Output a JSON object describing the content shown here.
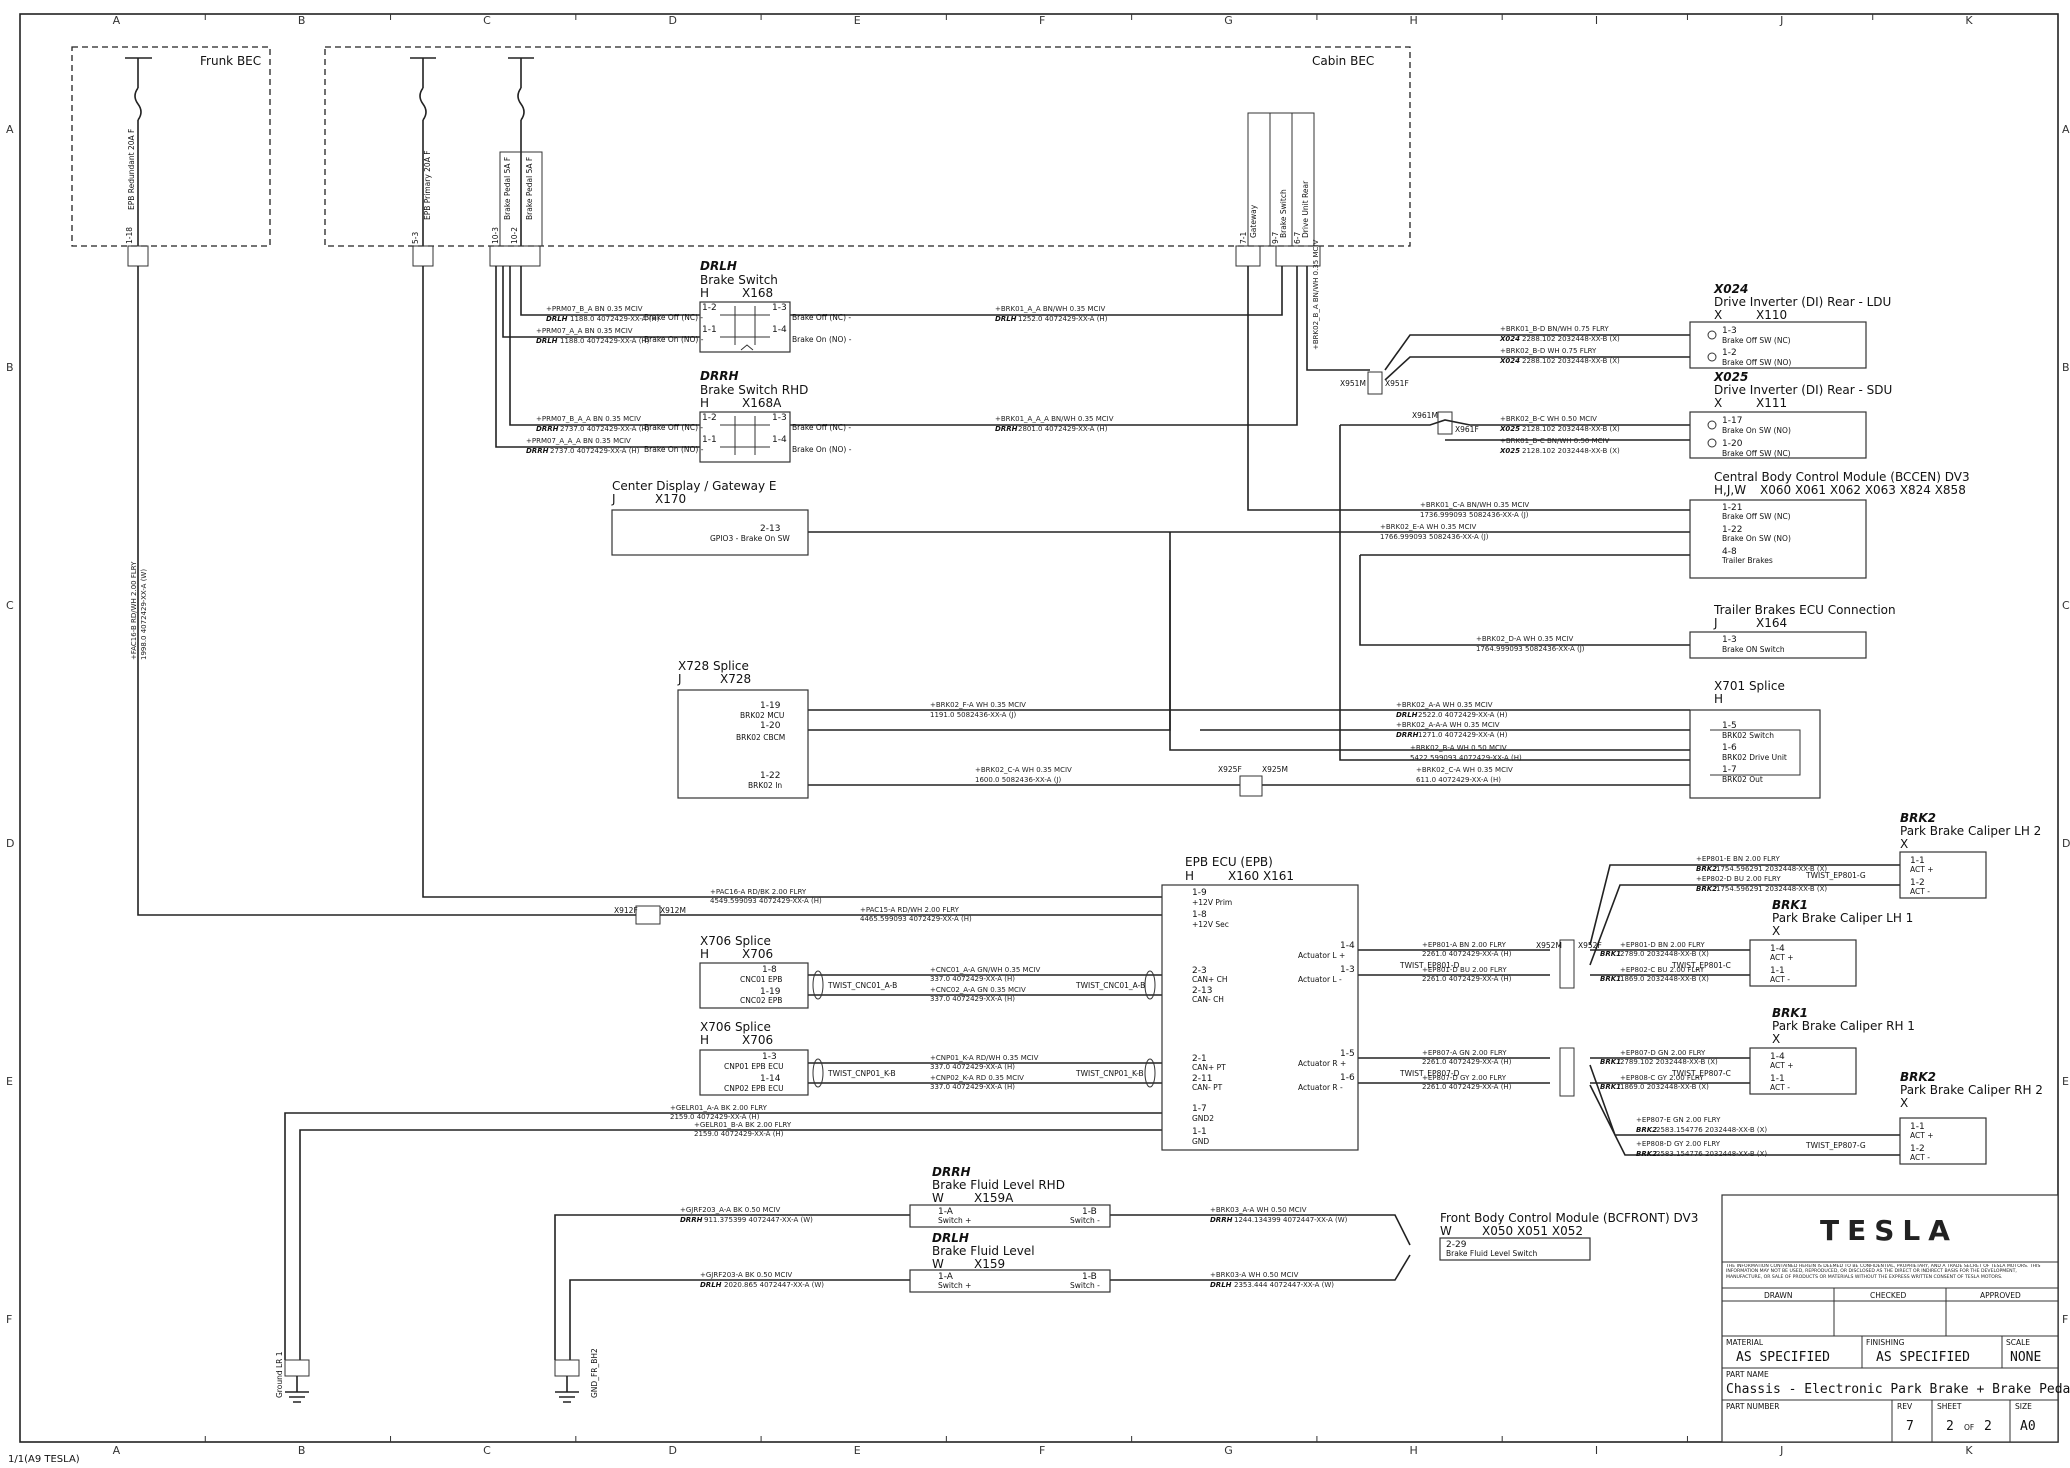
{
  "columns": [
    "A",
    "B",
    "C",
    "D",
    "E",
    "F",
    "G",
    "H",
    "I",
    "J",
    "K"
  ],
  "rows": [
    "A",
    "B",
    "C",
    "D",
    "E",
    "F"
  ],
  "bec": {
    "frunk": "Frunk BEC",
    "cabin": "Cabin BEC"
  },
  "fuses": {
    "f1": "EPB Redundant 20A F",
    "f1_pin": "1-18",
    "f2": "EPB Primary 20A F",
    "f2_pin": "5-3",
    "f3a": "Brake Pedal 5A F",
    "f3b": "Brake Pedal 5A F",
    "f3_pin1": "10-3",
    "f3_pin2": "10-2",
    "f4": "Gateway",
    "f4_pin": "7-1",
    "f5": "Brake Switch",
    "f5_pin": "9-7",
    "f6": "Drive Unit Rear",
    "f6_pin": "6-7"
  },
  "components": {
    "drlh_bs": {
      "tag": "DRLH",
      "name": "Brake Switch",
      "opt": "H",
      "conn": "X168",
      "p1": "1-2",
      "p2": "1-1",
      "p3": "1-3",
      "p4": "1-4",
      "l1": "Brake Off (NC) -",
      "l2": "Brake On (NO) -",
      "l3": "Brake Off (NC) -",
      "l4": "Brake On (NO) -"
    },
    "drrh_bs": {
      "tag": "DRRH",
      "name": "Brake Switch RHD",
      "opt": "H",
      "conn": "X168A",
      "p1": "1-2",
      "p2": "1-1",
      "p3": "1-3",
      "p4": "1-4",
      "l1": "Brake Off (NC) -",
      "l2": "Brake On (NO) -",
      "l3": "Brake Off (NC) -",
      "l4": "Brake On (NO) -"
    },
    "cdg": {
      "name": "Center Display / Gateway E",
      "opt": "J",
      "conn": "X170",
      "pin": "2-13",
      "lbl": "GPIO3 - Brake On SW"
    },
    "x728": {
      "name": "X728 Splice",
      "opt": "J",
      "conn": "X728",
      "p1": "1-19",
      "l1": "BRK02 MCU",
      "p2": "1-20",
      "l2": "BRK02 CBCM",
      "p3": "1-22",
      "l3": "BRK02 In"
    },
    "x024": {
      "tag": "X024",
      "name": "Drive Inverter (DI) Rear - LDU",
      "opt": "X",
      "conn": "X110",
      "p1": "1-3",
      "l1": "Brake Off SW (NC)",
      "p2": "1-2",
      "l2": "Brake Off SW (NO)"
    },
    "x025": {
      "tag": "X025",
      "name": "Drive Inverter (DI) Rear - SDU",
      "opt": "X",
      "conn": "X111",
      "p1": "1-17",
      "l1": "Brake On SW (NO)",
      "p2": "1-20",
      "l2": "Brake Off SW (NC)"
    },
    "bccen": {
      "name": "Central Body Control Module (BCCEN) DV3",
      "opt": "H,J,W",
      "conn": "X060   X061   X062   X063   X824   X858",
      "p1": "1-21",
      "l1": "Brake Off SW (NC)",
      "p2": "1-22",
      "l2": "Brake On SW (NO)",
      "p3": "4-8",
      "l3": "Trailer Brakes"
    },
    "trailer": {
      "name": "Trailer Brakes ECU Connection",
      "opt": "J",
      "conn": "X164",
      "pin": "1-3",
      "lbl": "Brake ON Switch"
    },
    "x701": {
      "name": "X701 Splice",
      "opt": "H",
      "p1": "1-5",
      "l1": "BRK02 Switch",
      "p2": "1-6",
      "l2": "BRK02 Drive Unit",
      "p3": "1-7",
      "l3": "BRK02 Out"
    },
    "epb": {
      "name": "EPB ECU (EPB)",
      "opt": "H",
      "conn": "X160   X161",
      "p1": "1-9",
      "l1": "+12V Prim",
      "p2": "1-8",
      "l2": "+12V Sec",
      "p3": "2-3",
      "l3": "CAN+ CH",
      "p4": "2-13",
      "l4": "CAN- CH",
      "p5": "2-1",
      "l5": "CAN+ PT",
      "p6": "2-11",
      "l6": "CAN- PT",
      "p7": "1-7",
      "l7": "GND2",
      "p8": "1-1",
      "l8": "GND",
      "p9": "1-4",
      "l9": "Actuator L +",
      "p10": "1-3",
      "l10": "Actuator L -",
      "p11": "1-5",
      "l11": "Actuator R +",
      "p12": "1-6",
      "l12": "Actuator R -"
    },
    "x706a": {
      "name": "X706 Splice",
      "opt": "H",
      "conn": "X706",
      "p1": "1-8",
      "l1": "CNC01 EPB",
      "p2": "1-19",
      "l2": "CNC02 EPB"
    },
    "x706b": {
      "name": "X706 Splice",
      "opt": "H",
      "conn": "X706",
      "p1": "1-3",
      "l1": "CNP01 EPB ECU",
      "p2": "1-14",
      "l2": "CNP02 EPB ECU"
    },
    "brk2_lh": {
      "tag": "BRK2",
      "name": "Park Brake Caliper LH 2",
      "opt": "X",
      "p1": "1-1",
      "l1": "ACT +",
      "p2": "1-2",
      "l2": "ACT -"
    },
    "brk1_lh": {
      "tag": "BRK1",
      "name": "Park Brake Caliper LH 1",
      "opt": "X",
      "p1": "1-4",
      "l1": "ACT +",
      "p2": "1-1",
      "l2": "ACT -"
    },
    "brk1_rh": {
      "tag": "BRK1",
      "name": "Park Brake Caliper RH 1",
      "opt": "X",
      "p1": "1-4",
      "l1": "ACT +",
      "p2": "1-1",
      "l2": "ACT -"
    },
    "brk2_rh": {
      "tag": "BRK2",
      "name": "Park Brake Caliper RH 2",
      "opt": "X",
      "p1": "1-1",
      "l1": "ACT +",
      "p2": "1-2",
      "l2": "ACT -"
    },
    "bfl_rhd": {
      "tag": "DRRH",
      "name": "Brake Fluid Level RHD",
      "opt": "W",
      "conn": "X159A",
      "p1": "1-A",
      "l1": "Switch +",
      "p2": "1-B",
      "l2": "Switch -"
    },
    "bfl": {
      "tag": "DRLH",
      "name": "Brake Fluid Level",
      "opt": "W",
      "conn": "X159",
      "p1": "1-A",
      "l1": "Switch +",
      "p2": "1-B",
      "l2": "Switch -"
    },
    "bcfront": {
      "name": "Front Body Control Module (BCFRONT) DV3",
      "opt": "W",
      "conn": "X050   X051   X052",
      "pin": "2-29",
      "lbl": "Brake Fluid Level Switch"
    },
    "gnd1": "Ground LR 1",
    "gnd2": "GND_FR_BH2"
  },
  "twists": [
    "TWIST_CNC01_A-B",
    "TWIST_CNC01_A-B",
    "TWIST_CNP01_K-B",
    "TWIST_CNP01_K-B",
    "TWIST_EP801-D",
    "TWIST_EP801-C",
    "TWIST_EP807-D",
    "TWIST_EP807-C",
    "TWIST_EP801-G",
    "TWIST_EP807-G"
  ],
  "wires": {
    "w1": "+PRM07_B_A    BN    0.35    MCIV",
    "w1b": "1188.0    4072429-XX-A (H)",
    "w2": "+PRM07_A_A    BN    0.35    MCIV",
    "w2b": "1188.0    4072429-XX-A (H)",
    "w3": "+BRK01_A_A    BN/WH    0.35    MCIV",
    "w3b": "1252.0    4072429-XX-A (H)",
    "w4": "+PRM07_B_A_A    BN    0.35    MCIV",
    "w4b": "2737.0    4072429-XX-A (H)",
    "w5": "+PRM07_A_A_A    BN    0.35    MCIV",
    "w5b": "2737.0    4072429-XX-A (H)",
    "w6": "+BRK01_A_A_A    BN/WH    0.35    MCIV",
    "w6b": "2801.0    4072429-XX-A (H)",
    "w7": "+BRK01_B-D    BN/WH    0.75    FLRY",
    "w7b": "2288.102    2032448-XX-B (X)",
    "w8": "+BRK02_B-D    WH    0.75    FLRY",
    "w8b": "2288.102    2032448-XX-B (X)",
    "w9": "+BRK02_B-C    WH    0.50    MCIV",
    "w9b": "2128.102    2032448-XX-B (X)",
    "w10": "+BRK01_B-C    BN/WH    0.50    MCIV",
    "w10b": "2128.102    2032448-XX-B (X)",
    "w11": "+BRK01_C-A    BN/WH    0.35    MCIV",
    "w11b": "1736.999093    5082436-XX-A (J)",
    "w12": "+BRK02_E-A    WH    0.35    MCIV",
    "w12b": "1766.999093    5082436-XX-A (J)",
    "w13": "+BRK02_D-A    WH    0.35    MCIV",
    "w13b": "1764.999093    5082436-XX-A (J)",
    "w14": "+BRK02_F-A    WH    0.35    MCIV",
    "w14b": "1191.0    5082436-XX-A (J)",
    "w15": "+BRK02_C-A    WH    0.35    MCIV",
    "w15b": "1600.0    5082436-XX-A (J)",
    "w16": "+BRK02_A-A    WH    0.35    MCIV",
    "w16b": "2522.0    4072429-XX-A (H)",
    "w17": "+BRK02_A-A-A    WH    0.35    MCIV",
    "w17b": "1271.0    4072429-XX-A (H)",
    "w18": "+BRK02_B-A    WH    0.50    MCIV",
    "w18b": "5422.599093    4072429-XX-A (H)",
    "w19": "+BRK02_C-A    WH    0.35    MCIV",
    "w19b": "611.0    4072429-XX-A (H)",
    "w20": "+BRK02_B_A    BN/WH    0.35    MCIV",
    "w21": "+PAC16-A    RD/BK    2.00    FLRY",
    "w21b": "4549.599093    4072429-XX-A (H)",
    "w22": "+PAC15-A    RD/WH    2.00    FLRY",
    "w22b": "4465.599093    4072429-XX-A (H)",
    "w23": "+CNC01_A-A    GN/WH    0.35    MCIV",
    "w23b": "337.0    4072429-XX-A (H)",
    "w24": "+CNC02_A-A    GN    0.35    MCIV",
    "w24b": "337.0    4072429-XX-A (H)",
    "w25": "+CNP01_K-A    RD/WH    0.35    MCIV",
    "w25b": "337.0    4072429-XX-A (H)",
    "w26": "+CNP02_K-A    RD    0.35    MCIV",
    "w26b": "337.0    4072429-XX-A (H)",
    "w27": "+GELR01_A-A    BK    2.00    FLRY",
    "w27b": "2159.0    4072429-XX-A (H)",
    "w28": "+GELR01_B-A    BK    2.00    FLRY",
    "w28b": "2159.0    4072429-XX-A (H)",
    "w29": "+EP801-A    BN    2.00    FLRY",
    "w29b": "2261.0    4072429-XX-A (H)",
    "w30": "+EP801-D    BU    2.00    FLRY",
    "w30b": "2261.0    4072429-XX-A (H)",
    "w31": "+EP807-A    GN    2.00    FLRY",
    "w31b": "2261.0    4072429-XX-A (H)",
    "w32": "+EP807-D    GY    2.00    FLRY",
    "w32b": "2261.0    4072429-XX-A (H)",
    "w33": "+EP801-E    BN    2.00    FLRY",
    "w33b": "1754.596291    2032448-XX-B (X)",
    "w34": "+EP802-D    BU    2.00    FLRY",
    "w34b": "1754.596291    2032448-XX-B (X)",
    "w35": "+EP801-D    BN    2.00    FLRY",
    "w35b": "2789.0    2032448-XX-B (X)",
    "w36": "+EP802-C    BU    2.00    FLRY",
    "w36b": "1869.0    2032448-XX-B (X)",
    "w37": "+EP807-D    GN    2.00    FLRY",
    "w37b": "2789.102    2032448-XX-B (X)",
    "w38": "+EP808-C    GY    2.00    FLRY",
    "w38b": "1869.0    2032448-XX-B (X)",
    "w39": "+EP807-E    GN    2.00    FLRY",
    "w39b": "2583.154776    2032448-XX-B (X)",
    "w40": "+EP808-D    GY    2.00    FLRY",
    "w40b": "2583.154776    2032448-XX-B (X)",
    "w41": "+GJRF203_A-A    BK    0.50    MCIV",
    "w41b": "911.375399    4072447-XX-A (W)",
    "w42": "+GJRF203-A    BK    0.50    MCIV",
    "w42b": "2020.865    4072447-XX-A (W)",
    "w43": "+BRK03_A-A    WH    0.50    MCIV",
    "w43b": "1244.134399    4072447-XX-A (W)",
    "w44": "+BRK03-A    WH    0.50    MCIV",
    "w44b": "2353.444    4072447-XX-A (W)",
    "w45": "+FAC16-B    RD/WH    2.00    FLRY",
    "w45b": "1998.0    4072429-XX-A (W)"
  },
  "wiretags": {
    "drlh": "DRLH",
    "drrh": "DRRH",
    "x024": "X024",
    "x025": "X025",
    "brk1": "BRK1",
    "brk2": "BRK2"
  },
  "inline_connectors": [
    "X912F",
    "X912M",
    "X951M",
    "X951F",
    "X961M",
    "X961F",
    "X925F",
    "X925M",
    "X952M",
    "X952F"
  ],
  "titleblock": {
    "logo": "TESLA",
    "notice": "THE INFORMATION CONTAINED HEREIN IS DEEMED TO BE CONFIDENTIAL, PROPRIETARY, AND A TRADE SECRET OF TESLA MOTORS. THIS INFORMATION MAY NOT BE USED, REPRODUCED, OR DISCLOSED AS THE DIRECT OR INDIRECT BASIS FOR THE DEVELOPMENT, MANUFACTURE, OR SALE OF PRODUCTS OR MATERIALS WITHOUT THE EXPRESS WRITTEN CONSENT OF TESLA MOTORS.",
    "drawn": "DRAWN",
    "checked": "CHECKED",
    "approved": "APPROVED",
    "material_lbl": "MATERIAL",
    "material": "AS SPECIFIED",
    "finishing_lbl": "FINISHING",
    "finishing": "AS SPECIFIED",
    "scale_lbl": "SCALE",
    "scale": "NONE",
    "partname_lbl": "PART NAME",
    "partname": "Chassis - Electronic Park Brake + Brake Pedal",
    "partnum_lbl": "PART NUMBER",
    "rev_lbl": "REV",
    "rev": "7",
    "sheet_lbl": "SHEET",
    "sheet": "2",
    "sheet_of": "OF",
    "sheet_total": "2",
    "size_lbl": "SIZE",
    "size": "A0"
  },
  "footer": "1/1(A9 TESLA)"
}
